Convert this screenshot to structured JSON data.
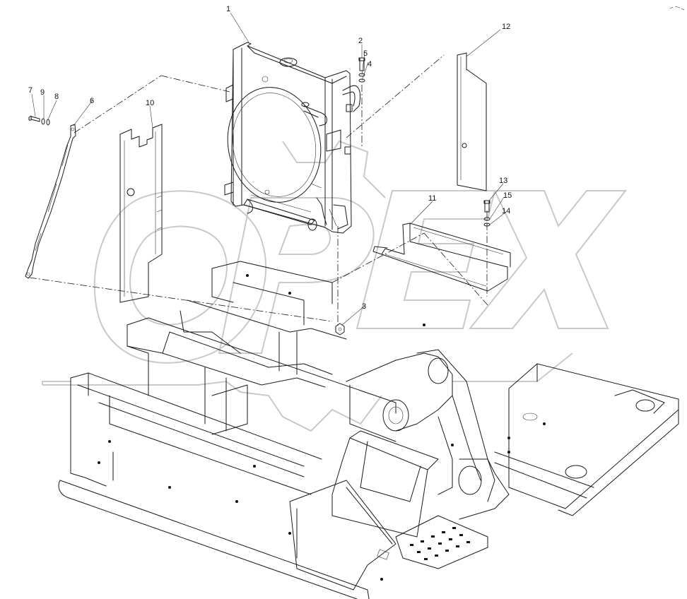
{
  "watermark": {
    "text": "OPEX",
    "color": "#c8c8c8"
  },
  "callouts": [
    {
      "id": "c1",
      "num": "1"
    },
    {
      "id": "c2",
      "num": "2"
    },
    {
      "id": "c3",
      "num": "3"
    },
    {
      "id": "c4",
      "num": "4"
    },
    {
      "id": "c5",
      "num": "5"
    },
    {
      "id": "c6",
      "num": "6"
    },
    {
      "id": "c7",
      "num": "7"
    },
    {
      "id": "c8",
      "num": "8"
    },
    {
      "id": "c9",
      "num": "9"
    },
    {
      "id": "c10",
      "num": "10"
    },
    {
      "id": "c11",
      "num": "11"
    },
    {
      "id": "c12",
      "num": "12"
    },
    {
      "id": "c13",
      "num": "13"
    },
    {
      "id": "c14",
      "num": "14"
    },
    {
      "id": "c15",
      "num": "15"
    }
  ],
  "colors": {
    "line": "#1a1a1a",
    "background": "#ffffff",
    "watermark_stroke": "#c9c9c9"
  }
}
